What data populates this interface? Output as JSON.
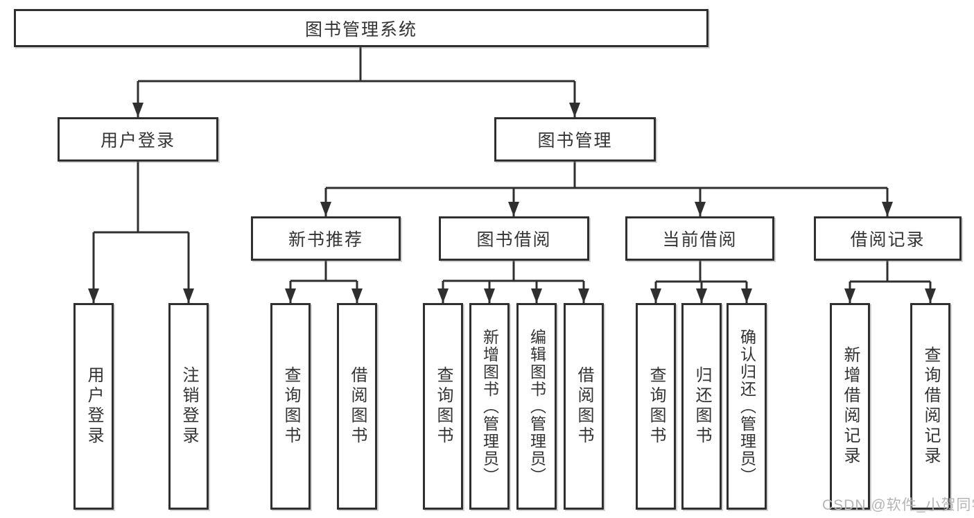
{
  "tree": {
    "label": "图书管理系统",
    "children": [
      {
        "label": "用户登录",
        "children": [
          {
            "label": "用户登录"
          },
          {
            "label": "注销登录"
          }
        ]
      },
      {
        "label": "图书管理",
        "children": [
          {
            "label": "新书推荐",
            "children": [
              {
                "label": "查询图书"
              },
              {
                "label": "借阅图书"
              }
            ]
          },
          {
            "label": "图书借阅",
            "children": [
              {
                "label": "查询图书"
              },
              {
                "label": "新增图书（管理员）"
              },
              {
                "label": "编辑图书（管理员）"
              },
              {
                "label": "借阅图书"
              }
            ]
          },
          {
            "label": "当前借阅",
            "children": [
              {
                "label": "查询图书"
              },
              {
                "label": "归还图书"
              },
              {
                "label": "确认归还（管理员）"
              }
            ]
          },
          {
            "label": "借阅记录",
            "children": [
              {
                "label": "新增借阅记录"
              },
              {
                "label": "查询借阅记录"
              }
            ]
          }
        ]
      }
    ]
  },
  "watermark": {
    "text": "CSDN @软件_小贺同学",
    "color": "#b5b5b5"
  },
  "colors": {
    "background": "#ffffff",
    "line": "#2f2f2f",
    "box_border": "#2f2f2f",
    "text": "#333333"
  }
}
